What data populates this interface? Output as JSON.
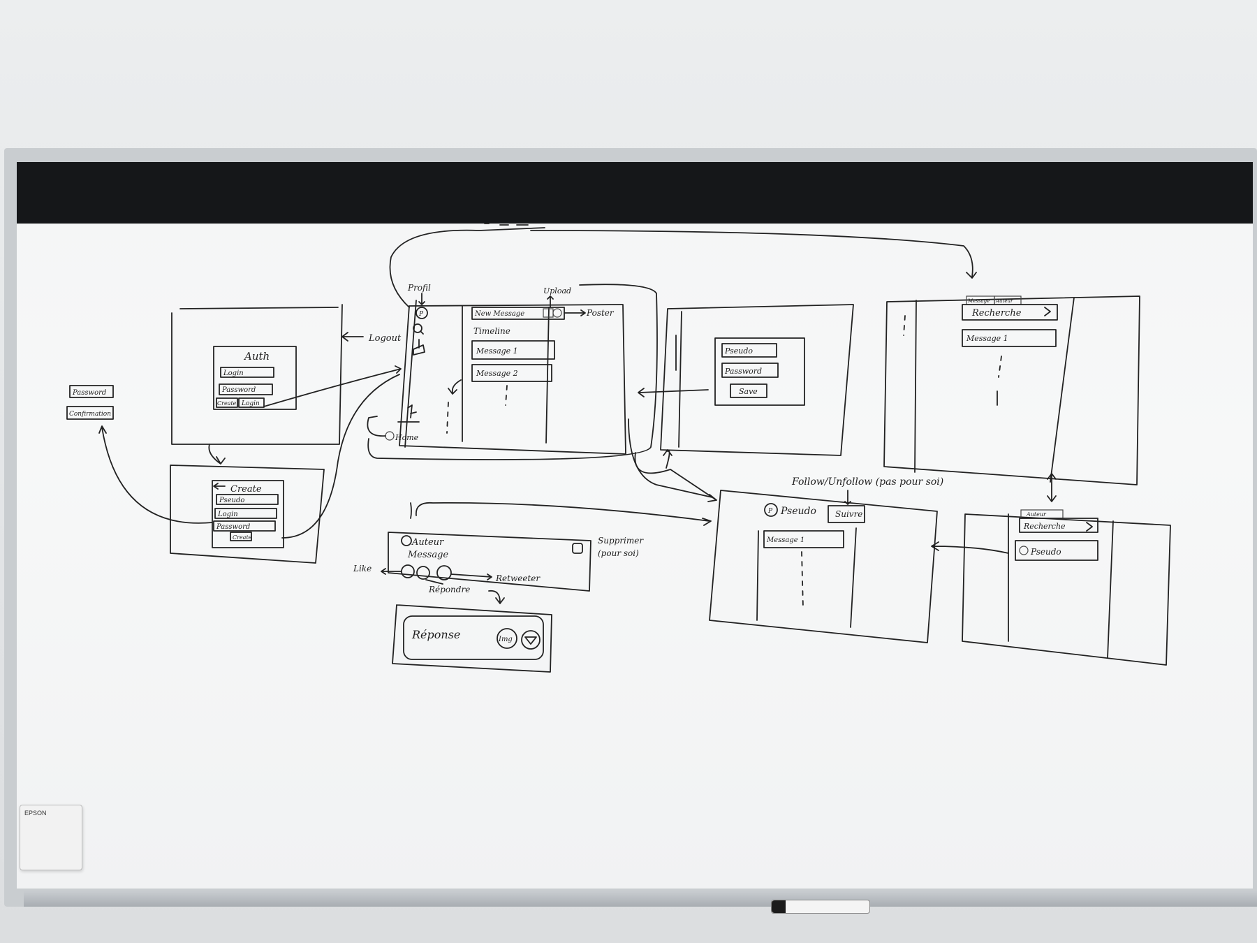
{
  "auth": {
    "title": "Auth",
    "login": "Login",
    "password": "Password",
    "create": "Create",
    "login_btn": "Login"
  },
  "extra_fields": {
    "password": "Password",
    "confirmation": "Confirmation"
  },
  "create": {
    "title": "Create",
    "pseudo": "Pseudo",
    "login": "Login",
    "password": "Password",
    "create_btn": "Create"
  },
  "main": {
    "profil": "Profil",
    "upload": "Upload",
    "logout": "Logout",
    "poster": "Poster",
    "new_message": "New Message",
    "timeline": "Timeline",
    "message1": "Message 1",
    "message2": "Message 2",
    "home": "Home"
  },
  "settings": {
    "pseudo": "Pseudo",
    "password": "Password",
    "save": "Save"
  },
  "search_top": {
    "tab_message": "Message",
    "tab_auteur": "Auteur",
    "search": "Recherche",
    "message1": "Message 1"
  },
  "message_card": {
    "auteur": "Auteur",
    "message": "Message",
    "like": "Like",
    "retweeter": "Retweeter",
    "repondre": "Répondre",
    "supprimer": "Supprimer",
    "pour_soi": "(pour soi)"
  },
  "reply": {
    "reponse": "Réponse",
    "img": "Img"
  },
  "profile": {
    "follow": "Follow/Unfollow (pas pour soi)",
    "pseudo": "Pseudo",
    "suivre": "Suivre",
    "message1": "Message 1"
  },
  "search_bottom": {
    "tab_auteur": "Auteur",
    "search": "Recherche",
    "pseudo": "Pseudo"
  },
  "hardware": {
    "brand": "EPSON"
  }
}
